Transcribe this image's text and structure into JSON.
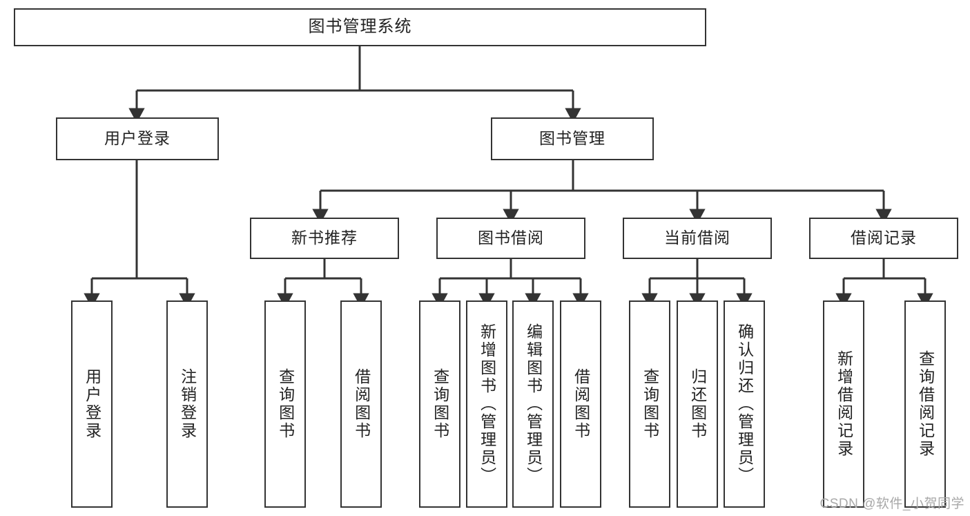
{
  "diagram": {
    "title": "图书管理系统",
    "style": {
      "stroke": "#333333",
      "fill": "#ffffff",
      "text": "#222222",
      "background": "#ffffff"
    },
    "root": {
      "label": "图书管理系统"
    },
    "level2": [
      {
        "label": "用户登录"
      },
      {
        "label": "图书管理"
      }
    ],
    "level3": [
      {
        "label": "新书推荐"
      },
      {
        "label": "图书借阅"
      },
      {
        "label": "当前借阅"
      },
      {
        "label": "借阅记录"
      }
    ],
    "leaves": {
      "user_login": [
        {
          "label": "用户登录"
        },
        {
          "label": "注销登录"
        }
      ],
      "new_book": [
        {
          "label": "查询图书"
        },
        {
          "label": "借阅图书"
        }
      ],
      "book_borrow": [
        {
          "label": "查询图书"
        },
        {
          "label": "新增图书（管理员）"
        },
        {
          "label": "编辑图书（管理员）"
        },
        {
          "label": "借阅图书"
        }
      ],
      "current_borrow": [
        {
          "label": "查询图书"
        },
        {
          "label": "归还图书"
        },
        {
          "label": "确认归还（管理员）"
        }
      ],
      "borrow_record": [
        {
          "label": "新增借阅记录"
        },
        {
          "label": "查询借阅记录"
        }
      ]
    }
  },
  "watermark": {
    "text": "CSDN @软件_小贺同学"
  }
}
